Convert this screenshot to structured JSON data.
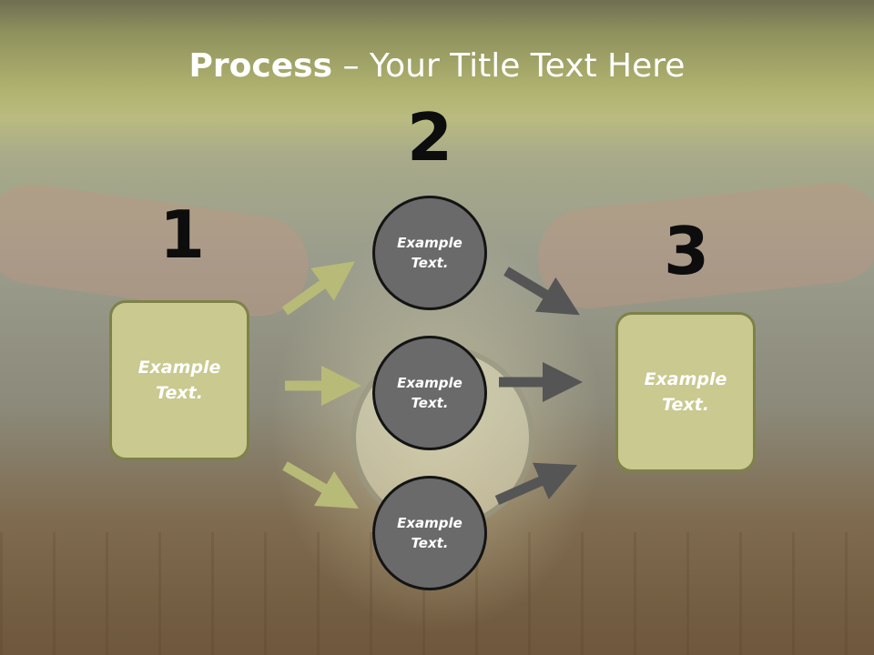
{
  "title": {
    "bold": "Process",
    "rest": " – Your Title Text Here"
  },
  "numbers": {
    "one": "1",
    "two": "2",
    "three": "3"
  },
  "left_box": {
    "text": "Example Text."
  },
  "right_box": {
    "text": "Example Text."
  },
  "circles": [
    {
      "text": "Example Text."
    },
    {
      "text": "Example Text."
    },
    {
      "text": "Example Text."
    }
  ],
  "colors": {
    "box_fill": "#c9c990",
    "box_border": "#7e8248",
    "circle_fill": "#6a6a6a",
    "arrow_olive": "#b8ba78",
    "arrow_gray": "#555555"
  }
}
